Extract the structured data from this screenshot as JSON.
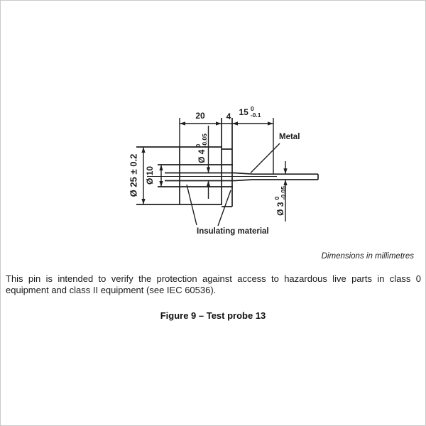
{
  "colors": {
    "ink": "#1f1f1f",
    "frame": "#c9c9c9"
  },
  "drawing": {
    "dim_20": "20",
    "dim_4": "4",
    "dim_15": "15",
    "dim_15_tol_top": "0",
    "dim_15_tol_bottom": "-0.1",
    "dia_25": "Ø 25 ± 0.2",
    "dia_10": "Ø 10",
    "dia_4": "Ø 4",
    "dia_4_tol_top": "0",
    "dia_4_tol_bottom": "-0.05",
    "dia_3": "Ø 3",
    "dia_3_tol_top": "0",
    "dia_3_tol_bottom": "-0.05",
    "label_metal": "Metal",
    "label_insulating": "Insulating material"
  },
  "note": {
    "dimensions": "Dimensions in millimetres"
  },
  "description": {
    "line1": "This pin is intended to verify the protection against access to hazardous live parts in class 0",
    "line2": "equipment and class II equipment (see IEC 60536)."
  },
  "caption": "Figure 9 – Test probe 13"
}
